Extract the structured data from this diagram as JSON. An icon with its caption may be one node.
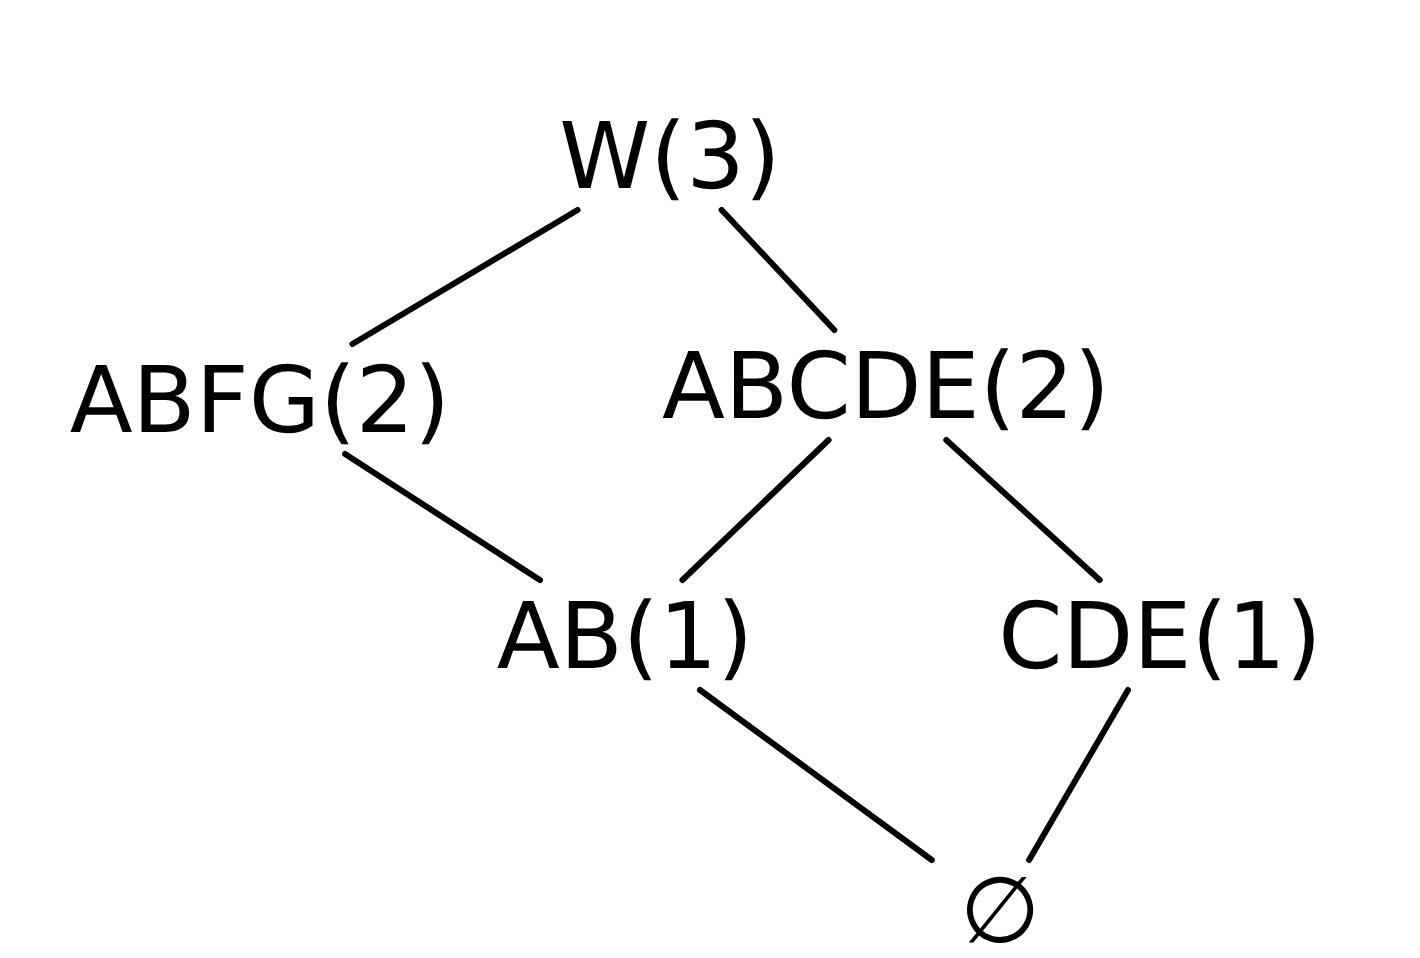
{
  "diagram": {
    "nodes": [
      {
        "text": [
          "W(3)"
        ]
      },
      {
        "text": [
          "ABFG(2)"
        ]
      },
      {
        "text": [
          "ABCDE(2)"
        ]
      },
      {
        "text": [
          "AB(1)"
        ]
      },
      {
        "text": [
          "CDE(1)"
        ]
      },
      {
        "text": [
          "∅"
        ]
      }
    ],
    "edges": [
      {
        "from": 0,
        "to": 1,
        "arrow": "none"
      },
      {
        "from": 0,
        "to": 2,
        "arrow": "none"
      },
      {
        "from": 1,
        "to": 3,
        "arrow": "none"
      },
      {
        "from": 2,
        "to": 3,
        "arrow": "none"
      },
      {
        "from": 2,
        "to": 4,
        "arrow": "none"
      },
      {
        "from": 3,
        "to": 5,
        "arrow": "none"
      },
      {
        "from": 4,
        "to": 5,
        "arrow": "none"
      }
    ]
  }
}
